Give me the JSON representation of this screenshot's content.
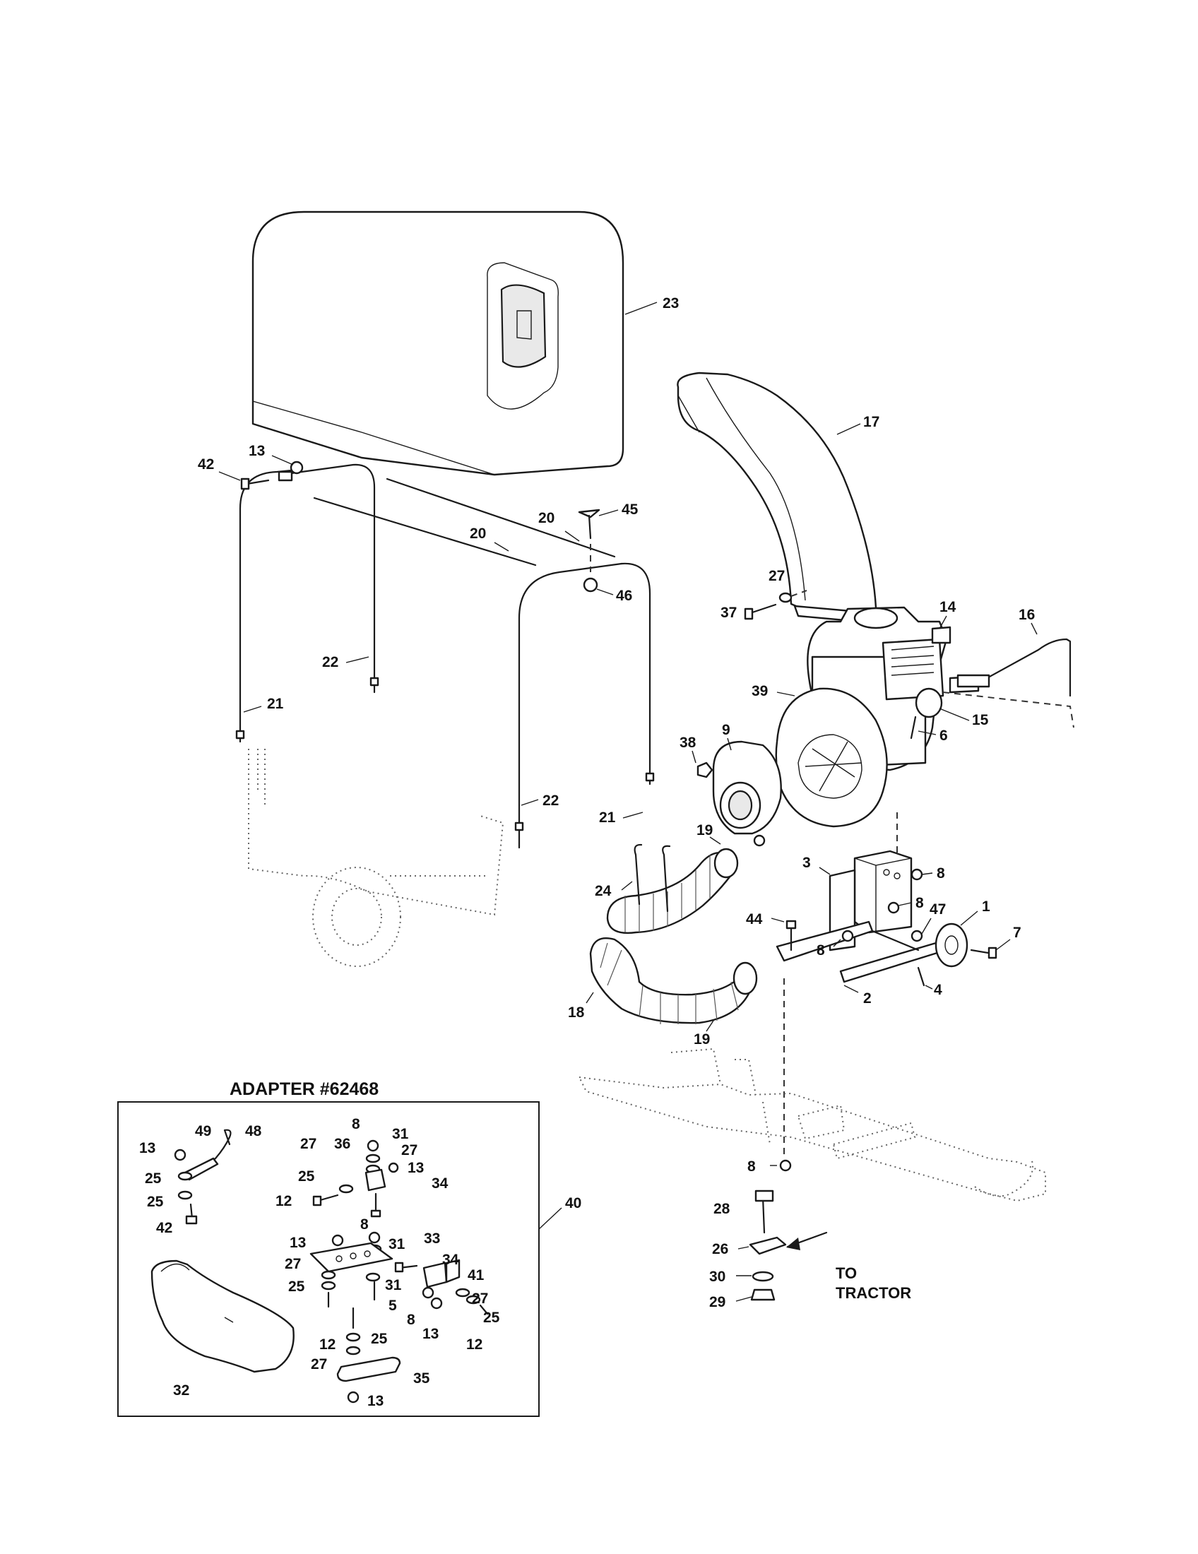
{
  "adapter_title": "ADAPTER #62468",
  "tractor_label": [
    "TO",
    "TRACTOR"
  ],
  "labels": {
    "l23": "23",
    "l17": "17",
    "l13a": "13",
    "l42a": "42",
    "l20a": "20",
    "l20b": "20",
    "l45": "45",
    "l46": "46",
    "l27a": "27",
    "l37": "37",
    "l14": "14",
    "l16": "16",
    "l39": "39",
    "l15": "15",
    "l9": "9",
    "l6": "6",
    "l38": "38",
    "l22a": "22",
    "l21a": "21",
    "l21b": "21",
    "l22b": "22",
    "l19a": "19",
    "l24": "24",
    "l3": "3",
    "l8a": "8",
    "l8b": "8",
    "l47": "47",
    "l1": "1",
    "l7": "7",
    "l44": "44",
    "l8c": "8",
    "l4": "4",
    "l2": "2",
    "l18": "18",
    "l19b": "19",
    "l8d": "8",
    "l28": "28",
    "l26": "26",
    "l30": "30",
    "l29": "29",
    "l40": "40",
    "b13a": "13",
    "b49": "49",
    "b48": "48",
    "b25a": "25",
    "b25b": "25",
    "b42": "42",
    "b8a": "8",
    "b31a": "31",
    "b27a": "27",
    "b36": "36",
    "b27b": "27",
    "b13b": "13",
    "b25c": "25",
    "b34a": "34",
    "b12a": "12",
    "b8b": "8",
    "b31b": "31",
    "b13c": "13",
    "b33": "33",
    "b27c": "27",
    "b34b": "34",
    "b41": "41",
    "b25d": "25",
    "b31c": "31",
    "b5": "5",
    "b27d": "27",
    "b25e": "25",
    "b8c": "8",
    "b13d": "13",
    "b12b": "12",
    "b12c": "12",
    "b25f": "25",
    "b27e": "27",
    "b35": "35",
    "b13e": "13",
    "b32": "32"
  }
}
